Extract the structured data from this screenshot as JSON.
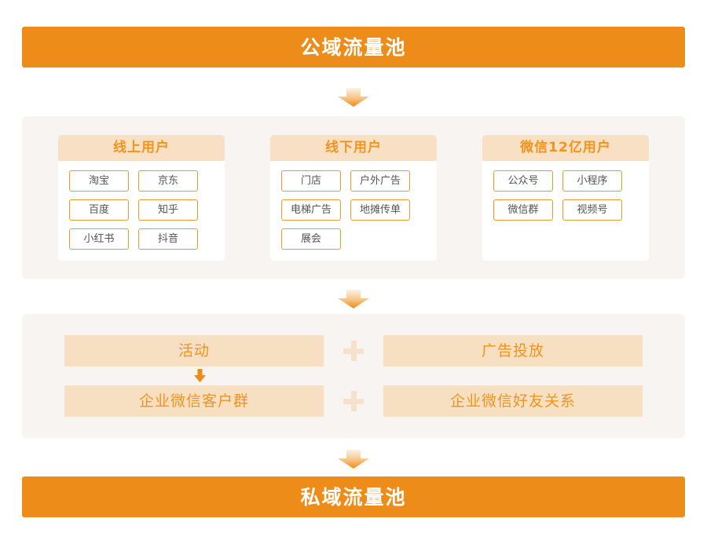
{
  "colors": {
    "banner_orange": "#EE8C19",
    "header_peach": "#F8E0C4",
    "panel_bg": "#F8F4F1",
    "box_peach": "#F7DFC2",
    "text_orange": "#F0941E",
    "tag_border": "#EE9A28",
    "tag_text": "#555555",
    "plus_peach": "#F6E2CB",
    "white": "#FFFFFF"
  },
  "top_banner": {
    "label": "公域流量池"
  },
  "bottom_banner": {
    "label": "私域流量池"
  },
  "arrows": {
    "top_icon": "arrow-down-icon",
    "middle_icon": "arrow-down-icon",
    "bottom_icon": "arrow-down-icon",
    "inline_icon": "arrow-down-small-icon"
  },
  "sources": {
    "cards": [
      {
        "title": "线上用户",
        "tags": [
          "淘宝",
          "京东",
          "百度",
          "知乎",
          "小红书",
          "抖音"
        ]
      },
      {
        "title": "线下用户",
        "tags": [
          "门店",
          "户外广告",
          "电梯广告",
          "地摊传单",
          "展会"
        ]
      },
      {
        "title": "微信12亿用户",
        "tags": [
          "公众号",
          "小程序",
          "微信群",
          "视频号"
        ]
      }
    ]
  },
  "conversion": {
    "plus_symbol": "+",
    "rows": [
      {
        "left": "活动",
        "right": "广告投放"
      },
      {
        "left": "企业微信客户群",
        "right": "企业微信好友关系"
      }
    ]
  }
}
